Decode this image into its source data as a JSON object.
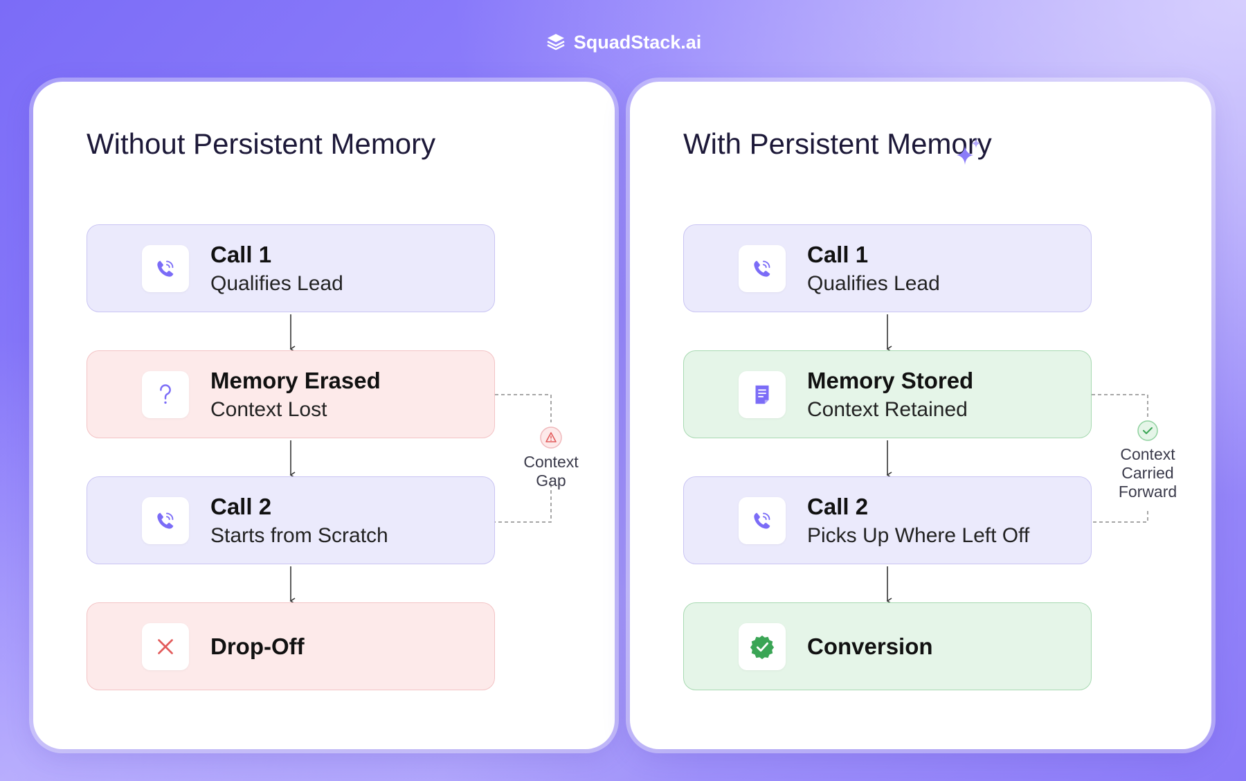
{
  "brand": {
    "name": "SquadStack.ai"
  },
  "left_panel": {
    "title": "Without Persistent Memory",
    "steps": [
      {
        "title": "Call 1",
        "subtitle": "Qualifies Lead",
        "icon": "phone-icon"
      },
      {
        "title": "Memory Erased",
        "subtitle": "Context Lost",
        "icon": "question-icon"
      },
      {
        "title": "Call 2",
        "subtitle": "Starts from Scratch",
        "icon": "phone-icon"
      },
      {
        "title": "Drop-Off",
        "icon": "cross-icon"
      }
    ],
    "side_note": {
      "lines": [
        "Context",
        "Gap"
      ],
      "icon": "warning-icon"
    }
  },
  "right_panel": {
    "title": "With Persistent Memory",
    "title_icon": "sparkle-icon",
    "steps": [
      {
        "title": "Call 1",
        "subtitle": "Qualifies Lead",
        "icon": "phone-icon"
      },
      {
        "title": "Memory Stored",
        "subtitle": "Context Retained",
        "icon": "document-icon"
      },
      {
        "title": "Call 2",
        "subtitle": "Picks Up Where Left Off",
        "icon": "phone-icon"
      },
      {
        "title": "Conversion",
        "icon": "verified-check-icon"
      }
    ],
    "side_note": {
      "lines": [
        "Context",
        "Carried",
        "Forward"
      ],
      "icon": "check-circle-icon"
    }
  },
  "colors": {
    "accent": "#7b6cf7",
    "neutral_box": "#ebeafc",
    "negative_box": "#fdeaea",
    "positive_box": "#e5f5e8",
    "negative_icon": "#e25b5b",
    "positive_icon": "#3aa555"
  }
}
